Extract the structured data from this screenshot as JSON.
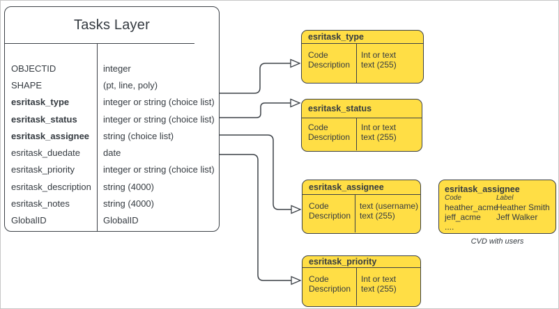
{
  "colors": {
    "node_fill": "#ffde45",
    "stroke": "#3b4046",
    "text": "#343a40",
    "canvas_border": "#c6c6c6"
  },
  "tasks_layer": {
    "title": "Tasks Layer",
    "rows": [
      {
        "name": "OBJECTID",
        "type": "integer"
      },
      {
        "name": "SHAPE",
        "type": "(pt, line, poly)"
      },
      {
        "name": "esritask_type",
        "type": "integer or string (choice list)",
        "bold": true
      },
      {
        "name": "esritask_status",
        "type": "integer or string (choice list)",
        "bold": true
      },
      {
        "name": "esritask_assignee",
        "type": "string (choice list)",
        "bold": true
      },
      {
        "name": "esritask_duedate",
        "type": "date"
      },
      {
        "name": "esritask_priority",
        "type": "integer or string (choice list)"
      },
      {
        "name": "esritask_description",
        "type": "string (4000)"
      },
      {
        "name": "esritask_notes",
        "type": "string (4000)"
      },
      {
        "name": "GlobalID",
        "type": "GlobalID"
      }
    ]
  },
  "choice_boxes": {
    "type": {
      "title": "esritask_type",
      "left": [
        "Code",
        "Description"
      ],
      "right": [
        "Int or text",
        "text (255)"
      ]
    },
    "status": {
      "title": "esritask_status",
      "left": [
        "Code",
        "Description"
      ],
      "right": [
        "Int or text",
        "text (255)"
      ]
    },
    "assignee": {
      "title": "esritask_assignee",
      "left": [
        "Code",
        "Description"
      ],
      "right": [
        "text  (username)",
        "text (255)"
      ]
    },
    "priority": {
      "title": "esritask_priority",
      "left": [
        "Code",
        "Description"
      ],
      "right": [
        "Int or text",
        "text (255)"
      ]
    }
  },
  "assignee_cvd": {
    "title": "esritask_assignee",
    "col_headers": [
      "Code",
      "Label"
    ],
    "rows": [
      [
        "heather_acme",
        "Heather Smith"
      ],
      [
        "jeff_acme",
        "Jeff Walker"
      ]
    ],
    "more": "....",
    "caption": "CVD with users"
  }
}
